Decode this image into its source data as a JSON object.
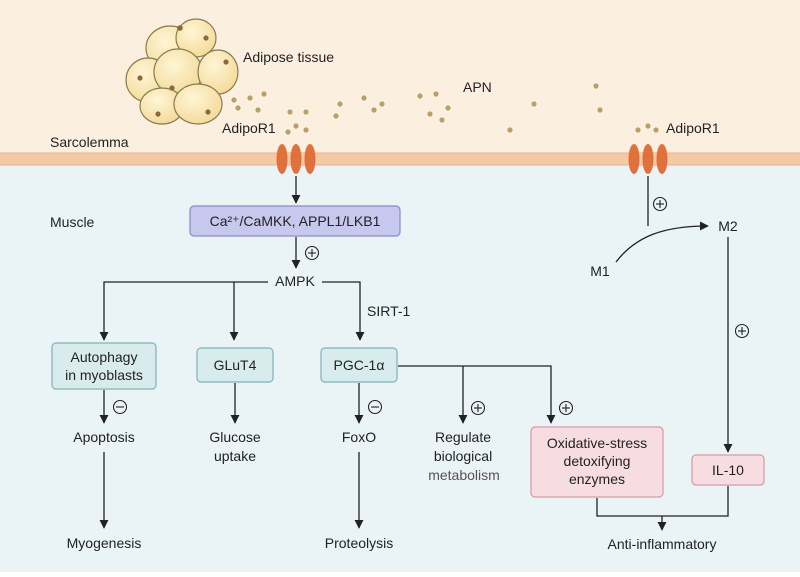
{
  "colors": {
    "upper_bg": "#fbf0e0",
    "lower_bg": "#eaf3f6",
    "membrane": "#f4c9a5",
    "receptor": "#e0703c",
    "cell_fill": "#fbe6b2",
    "cell_stroke": "#8a7a52",
    "dot": "#b8a06a",
    "purple_box_fill": "#c7c8ee",
    "purple_box_stroke": "#8a8cc6",
    "teal_box_fill": "#d8ecee",
    "teal_box_stroke": "#7fb3b8",
    "pink_box_fill": "#f7dde1",
    "pink_box_stroke": "#d898a3",
    "line": "#222222"
  },
  "labels": {
    "adipose_tissue": "Adipose tissue",
    "apn": "APN",
    "sarcolemma": "Sarcolemma",
    "adipor1_left": "AdipoR1",
    "adipor1_right": "AdipoR1",
    "muscle": "Muscle",
    "ampk": "AMPK",
    "sirt1": "SIRT-1",
    "m1": "M1",
    "m2": "M2",
    "apoptosis": "Apoptosis",
    "myogenesis": "Myogenesis",
    "glucose": "Glucose",
    "uptake": "uptake",
    "foxo": "FoxO",
    "proteolysis": "Proteolysis",
    "regulate": "Regulate",
    "biological": "biological",
    "metabolism": "metabolism",
    "anti_inflammatory": "Anti-inflammatory"
  },
  "boxes": {
    "camkk": "Ca²⁺/CaMKK, APPL1/LKB1",
    "autophagy_line1": "Autophagy",
    "autophagy_line2": "in myoblasts",
    "glut4": "GLuT4",
    "pgc1a": "PGC-1α",
    "oxidative_line1": "Oxidative-stress",
    "oxidative_line2": "detoxifying",
    "oxidative_line3": "enzymes",
    "il10": "IL-10"
  },
  "signs": {
    "plus": "+",
    "minus": "−"
  }
}
